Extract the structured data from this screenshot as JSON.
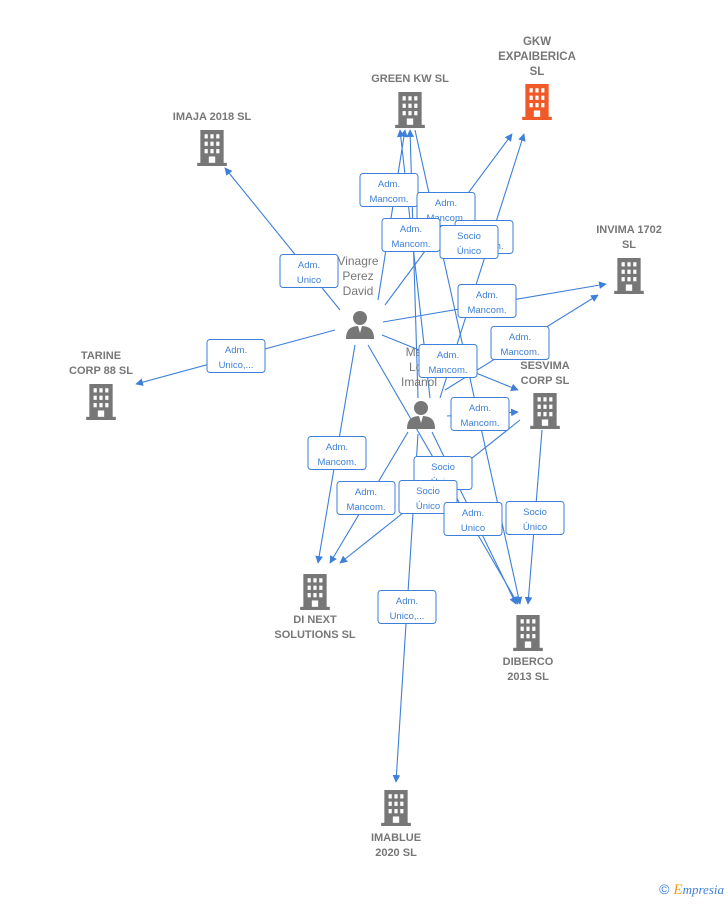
{
  "colors": {
    "edge": "#3d7fd9",
    "company": "#777777",
    "main_company": "#f05a28",
    "person": "#777777"
  },
  "companies": [
    {
      "id": "gkw",
      "label": [
        "GKW",
        "EXPAIBERICA",
        "SL"
      ],
      "main": true,
      "icon": "building-icon"
    },
    {
      "id": "green",
      "label": [
        "GREEN KW  SL"
      ],
      "icon": "building-icon"
    },
    {
      "id": "imaja",
      "label": [
        "IMAJA 2018  SL"
      ],
      "icon": "building-icon"
    },
    {
      "id": "invima",
      "label": [
        "INVIMA 1702",
        "SL"
      ],
      "icon": "building-icon"
    },
    {
      "id": "tarine",
      "label": [
        "TARINE",
        "CORP 88  SL"
      ],
      "icon": "building-icon"
    },
    {
      "id": "sesvima",
      "label": [
        "SESVIMA",
        "CORP  SL"
      ],
      "icon": "building-icon"
    },
    {
      "id": "dinext",
      "label": [
        "DI NEXT",
        "SOLUTIONS  SL"
      ],
      "icon": "building-icon"
    },
    {
      "id": "diberco",
      "label": [
        "DIBERCO",
        "2013 SL"
      ],
      "icon": "building-icon"
    },
    {
      "id": "imablue",
      "label": [
        "IMABLUE",
        "2020  SL"
      ],
      "icon": "building-icon"
    }
  ],
  "persons": [
    {
      "id": "vinagre",
      "label": [
        "Vinagre",
        "Perez",
        "David"
      ],
      "icon": "person-icon"
    },
    {
      "id": "marcos",
      "label": [
        "Marc",
        "Lop",
        "Imanol"
      ],
      "icon": "person-icon"
    }
  ],
  "edge_labels": [
    {
      "id": "e1",
      "lines": [
        "Adm.",
        "Mancom."
      ]
    },
    {
      "id": "e2",
      "lines": [
        "Adm.",
        "Mancom."
      ]
    },
    {
      "id": "e3",
      "lines": [
        "Adm.",
        "Mancom."
      ]
    },
    {
      "id": "e4",
      "lines": [
        "Adm.",
        "Mancom."
      ]
    },
    {
      "id": "e5",
      "lines": [
        "Socio",
        "Único"
      ]
    },
    {
      "id": "e6",
      "lines": [
        "Adm.",
        "Unico"
      ]
    },
    {
      "id": "e7",
      "lines": [
        "Adm.",
        "Mancom."
      ]
    },
    {
      "id": "e8",
      "lines": [
        "Adm.",
        "Mancom."
      ]
    },
    {
      "id": "e9",
      "lines": [
        "Adm.",
        "Unico,..."
      ]
    },
    {
      "id": "e10",
      "lines": [
        "Adm.",
        "Mancom."
      ]
    },
    {
      "id": "e11",
      "lines": [
        "Adm.",
        "Mancom."
      ]
    },
    {
      "id": "e12",
      "lines": [
        "Adm.",
        "Mancom."
      ]
    },
    {
      "id": "e13",
      "lines": [
        "Socio",
        "Único"
      ]
    },
    {
      "id": "e14",
      "lines": [
        "Adm.",
        "Mancom."
      ]
    },
    {
      "id": "e15",
      "lines": [
        "Socio",
        "Único"
      ]
    },
    {
      "id": "e16",
      "lines": [
        "Adm.",
        "Unico"
      ]
    },
    {
      "id": "e17",
      "lines": [
        "Socio",
        "Único"
      ]
    },
    {
      "id": "e18",
      "lines": [
        "Adm.",
        "Unico,..."
      ]
    }
  ],
  "footer": {
    "copyright": "©",
    "brand_first": "E",
    "brand_rest": "mpresia"
  }
}
